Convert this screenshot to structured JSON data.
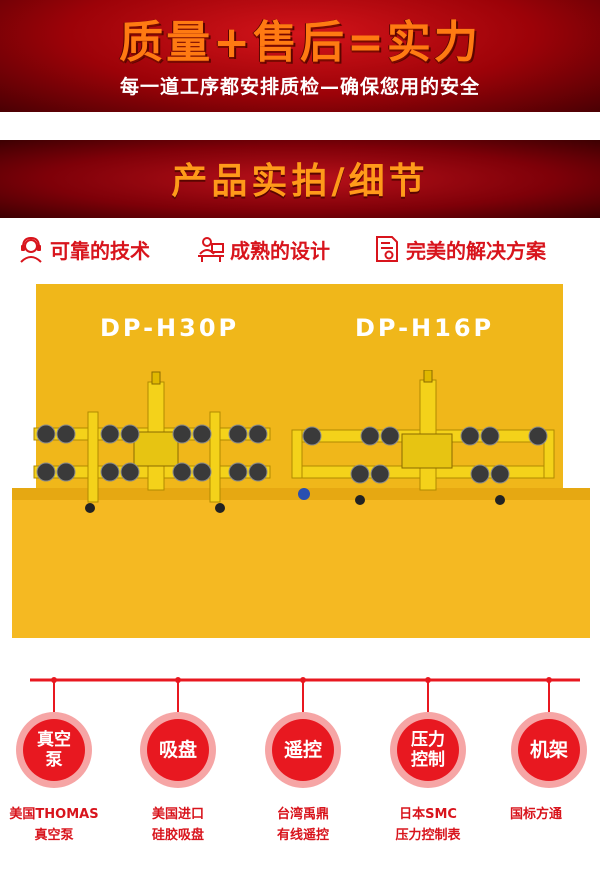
{
  "header": {
    "headline": "质量+售后=实力",
    "subline": "每一道工序都安排质检—确保您用的安全"
  },
  "section": {
    "title": "产品实拍/细节"
  },
  "features": [
    {
      "label": "可靠的技术",
      "icon": "headset-user-icon"
    },
    {
      "label": "成熟的设计",
      "icon": "designer-desk-icon"
    },
    {
      "label": "完美的解决方案",
      "icon": "certificate-icon"
    }
  ],
  "products": [
    {
      "model": "DP-H30P"
    },
    {
      "model": "DP-H16P"
    }
  ],
  "components": [
    {
      "badge_line1": "真空",
      "badge_line2": "泵",
      "caption_line1": "美国THOMAS",
      "caption_line2": "真空泵"
    },
    {
      "badge_line1": "吸盘",
      "badge_line2": "",
      "caption_line1": "美国进口",
      "caption_line2": "硅胶吸盘"
    },
    {
      "badge_line1": "遥控",
      "badge_line2": "",
      "caption_line1": "台湾禹鼎",
      "caption_line2": "有线遥控"
    },
    {
      "badge_line1": "压力",
      "badge_line2": "控制",
      "caption_line1": "日本SMC",
      "caption_line2": "压力控制表"
    },
    {
      "badge_line1": "机架",
      "badge_line2": "",
      "caption_line1": "国标方通",
      "caption_line2": ""
    }
  ],
  "colors": {
    "brand_red": "#d8141c",
    "banner_dark_red": "#7e0008",
    "headline_orange": "#ff7a12",
    "stage_yellow": "#f5b922",
    "machine_yellow": "#f4d21a",
    "badge_red": "#e81820",
    "badge_ring_pink": "#f6a5a5"
  }
}
